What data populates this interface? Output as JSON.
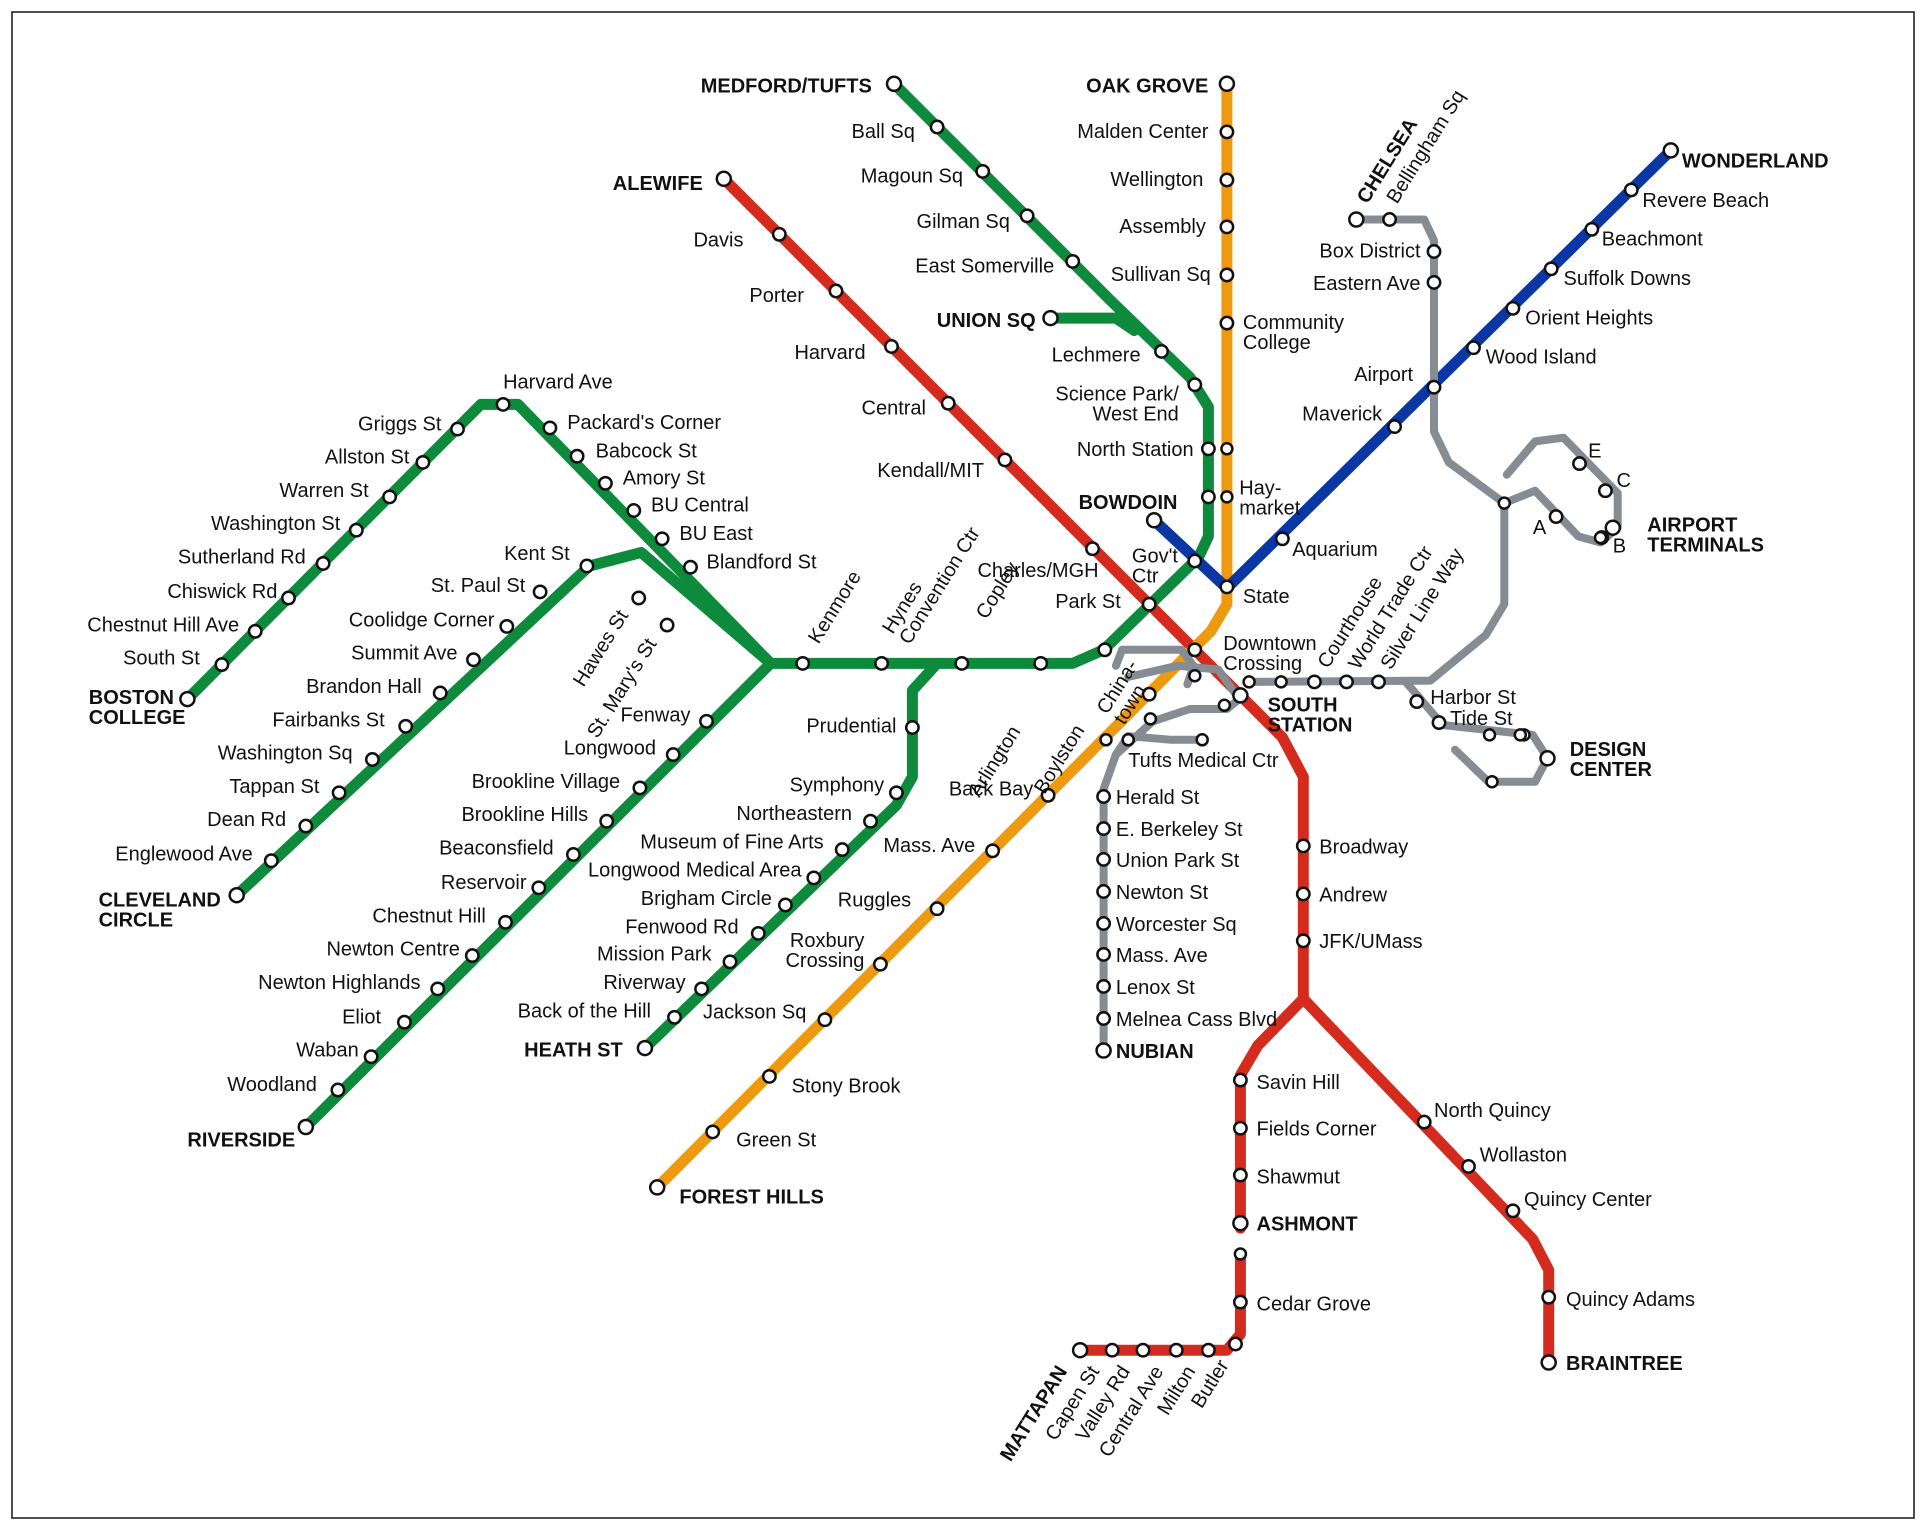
{
  "colors": {
    "red": "#d42b1e",
    "green": "#0d8a3c",
    "orange": "#ee9a11",
    "blue": "#0a37a3",
    "silver": "#858c93"
  },
  "lines": {
    "red": {
      "terminals": [
        "ALEWIFE",
        "ASHMONT",
        "BRAINTREE",
        "MATTAPAN"
      ],
      "stations": [
        "Davis",
        "Porter",
        "Harvard",
        "Central",
        "Kendall/MIT",
        "Charles/MGH",
        "Park St",
        "Downtown Crossing",
        "SOUTH STATION",
        "Broadway",
        "Andrew",
        "JFK/UMass",
        "Savin Hill",
        "Fields Corner",
        "Shawmut",
        "North Quincy",
        "Wollaston",
        "Quincy Center",
        "Quincy Adams",
        "Cedar Grove",
        "Butler",
        "Milton",
        "Central Ave",
        "Valley Rd",
        "Capen St"
      ]
    },
    "green": {
      "terminals": [
        "MEDFORD/TUFTS",
        "UNION SQ",
        "BOSTON COLLEGE",
        "CLEVELAND CIRCLE",
        "RIVERSIDE",
        "HEATH ST"
      ],
      "stations": [
        "Ball Sq",
        "Magoun Sq",
        "Gilman Sq",
        "East Somerville",
        "Lechmere",
        "Science Park/ West End",
        "North Station",
        "Haymarket",
        "Gov't Ctr",
        "Park St",
        "Boylston",
        "Arlington",
        "Copley",
        "Hynes Convention Ctr",
        "Kenmore",
        "Blandford St",
        "BU East",
        "BU Central",
        "Amory St",
        "Babcock St",
        "Packard's Corner",
        "Harvard Ave",
        "Griggs St",
        "Allston St",
        "Warren St",
        "Washington St",
        "Sutherland Rd",
        "Chiswick Rd",
        "Chestnut Hill Ave",
        "South St",
        "Kent St",
        "Hawes St",
        "St. Mary's St",
        "St. Paul St",
        "Coolidge Corner",
        "Summit Ave",
        "Brandon Hall",
        "Fairbanks St",
        "Washington Sq",
        "Tappan St",
        "Dean Rd",
        "Englewood Ave",
        "Fenway",
        "Longwood",
        "Brookline Village",
        "Brookline Hills",
        "Beaconsfield",
        "Reservoir",
        "Chestnut Hill",
        "Newton Centre",
        "Newton Highlands",
        "Eliot",
        "Waban",
        "Woodland",
        "Prudential",
        "Symphony",
        "Northeastern",
        "Museum of Fine Arts",
        "Longwood Medical Area",
        "Brigham Circle",
        "Fenwood Rd",
        "Mission Park",
        "Riverway",
        "Back of the Hill"
      ]
    },
    "orange": {
      "terminals": [
        "OAK GROVE",
        "FOREST HILLS"
      ],
      "stations": [
        "Malden Center",
        "Wellington",
        "Assembly",
        "Sullivan Sq",
        "Community College",
        "State",
        "Chinatown",
        "Tufts Medical Ctr",
        "Back Bay",
        "Mass. Ave",
        "Ruggles",
        "Roxbury Crossing",
        "Jackson Sq",
        "Stony Brook",
        "Green St"
      ]
    },
    "blue": {
      "terminals": [
        "WONDERLAND",
        "BOWDOIN"
      ],
      "stations": [
        "Revere Beach",
        "Beachmont",
        "Suffolk Downs",
        "Orient Heights",
        "Wood Island",
        "Airport",
        "Maverick",
        "Aquarium"
      ]
    },
    "silver": {
      "terminals": [
        "CHELSEA",
        "AIRPORT TERMINALS",
        "DESIGN CENTER",
        "NUBIAN"
      ],
      "stations": [
        "Bellingham Sq",
        "Box District",
        "Eastern Ave",
        "A",
        "B",
        "C",
        "E",
        "Courthouse",
        "World Trade Ctr",
        "Silver Line Way",
        "Harbor St",
        "Tide St",
        "Herald St",
        "E. Berkeley St",
        "Union Park St",
        "Newton St",
        "Worcester Sq",
        "Mass. Ave",
        "Lenox St",
        "Melnea Cass Blvd"
      ]
    }
  }
}
